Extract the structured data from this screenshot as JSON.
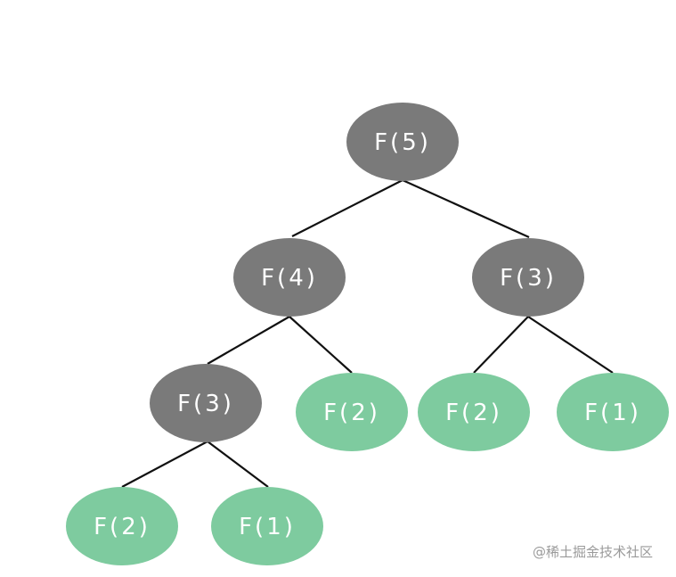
{
  "colors": {
    "internal": "#7a7a7a",
    "leaf": "#7ecb9f",
    "edge": "#111111",
    "text": "#ffffff"
  },
  "tree": {
    "root": {
      "label": "F(5)",
      "kind": "internal"
    },
    "n4": {
      "label": "F(4)",
      "kind": "internal"
    },
    "n3a": {
      "label": "F(3)",
      "kind": "internal"
    },
    "n3b": {
      "label": "F(3)",
      "kind": "internal"
    },
    "n2a": {
      "label": "F(2)",
      "kind": "leaf"
    },
    "n2b": {
      "label": "F(2)",
      "kind": "leaf"
    },
    "n2c": {
      "label": "F(2)",
      "kind": "leaf"
    },
    "n1a": {
      "label": "F(1)",
      "kind": "leaf"
    },
    "n1b": {
      "label": "F(1)",
      "kind": "leaf"
    }
  },
  "watermark": "@稀土掘金技术社区"
}
